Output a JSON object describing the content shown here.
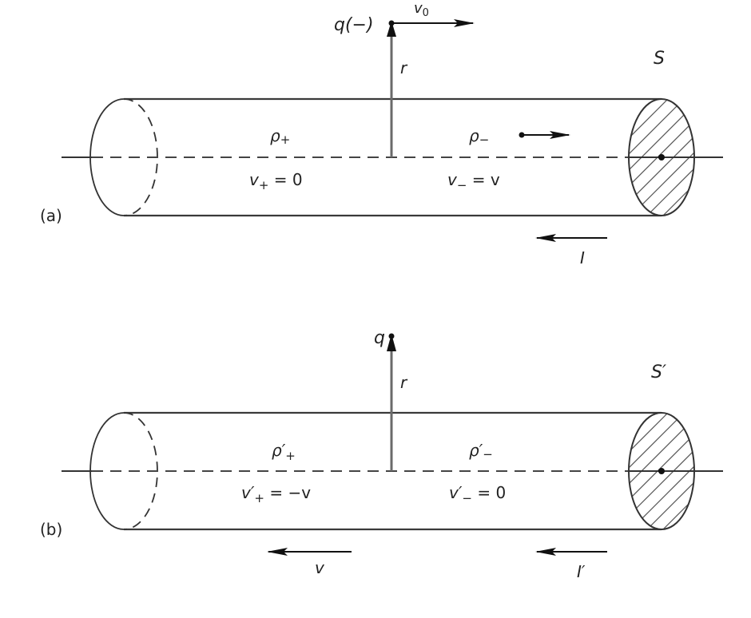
{
  "panels": [
    {
      "id": "a",
      "label": "(a)",
      "frame": "S",
      "charge": {
        "label": "q(−)",
        "velocity_label": "v",
        "velocity_sub": "0"
      },
      "distance_label": "r",
      "positive": {
        "density": "ρ",
        "density_sub": "+",
        "velocity": "v",
        "velocity_sub": "+",
        "velocity_eq": " = 0"
      },
      "negative": {
        "density": "ρ",
        "density_sub": "−",
        "velocity": "v",
        "velocity_sub": "−",
        "velocity_eq": " = v"
      },
      "current_label": "I"
    },
    {
      "id": "b",
      "label": "(b)",
      "frame": "S′",
      "charge": {
        "label": "q"
      },
      "distance_label": "r",
      "positive": {
        "density": "ρ′",
        "density_sub": "+",
        "velocity": "v′",
        "velocity_sub": "+",
        "velocity_eq": " = −v"
      },
      "negative": {
        "density": "ρ′",
        "density_sub": "−",
        "velocity": "v′",
        "velocity_sub": "−",
        "velocity_eq": " = 0"
      },
      "frame_velocity_label": "v",
      "current_label": "I′"
    }
  ],
  "icons": {
    "electron_arrow": "dot-with-right-arrow",
    "current_arrow": "left-arrow",
    "cross_section": "hatched-ellipse"
  }
}
